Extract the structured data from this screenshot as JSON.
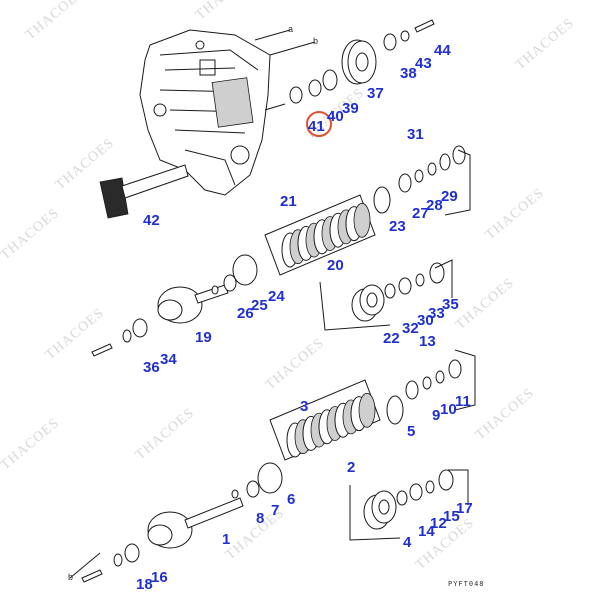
{
  "watermark": "THACOES",
  "drawing_code": "PYFT048",
  "highlight_color": "#e05030",
  "label_color": "#1f2fd0",
  "direction_labels": [
    "a",
    "b"
  ],
  "part_numbers": [
    "1",
    "2",
    "3",
    "4",
    "5",
    "6",
    "7",
    "8",
    "9",
    "10",
    "11",
    "12",
    "13",
    "14",
    "15",
    "16",
    "17",
    "18",
    "19",
    "20",
    "21",
    "22",
    "23",
    "24",
    "25",
    "26",
    "27",
    "28",
    "29",
    "30",
    "31",
    "32",
    "33",
    "34",
    "35",
    "36",
    "37",
    "38",
    "39",
    "40",
    "41",
    "42",
    "43",
    "44"
  ],
  "highlighted_part": "41"
}
